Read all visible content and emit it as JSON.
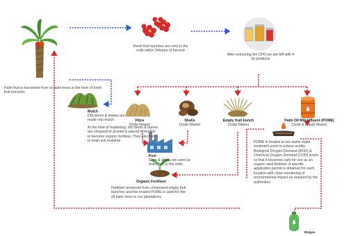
{
  "steps": {
    "harvest": "Palm fruit is harvested from oil palm trees in the form of fresh fruit bunches",
    "fresh_fruit": "Fresh fruit bunches are sent to the mills within 24hours of harvest",
    "after_cpo": "After extracting the CPO we are left with 4 by-products",
    "mulch_title": "Mulch",
    "mulch_desc": "Old stems & leaves are made into mulch",
    "replanting": "At the time of replanting, old stems & leaves are chopped or pruned & placed in the soil to become organic fertiliser. They also help to main soil moisture",
    "fuel_title": "Fuel",
    "fuel_desc": "Fibre & shells are used as boiler fuel in the mills",
    "organic_title": "Organic Fertiliser",
    "organic_desc": "Fertiliser produced from composted empty fruit bunches and the treated POME is used for the oil palm trees in our plantations",
    "pome_desc": "POME is treated at our waste water treatment pond to reduce acidity. Biological Oxygen Demand (BOD) & Chemical Oxygen Demand (COD) levels so that it becomes safe for use as an organic land fertiliser. A specific application permit is obtained for each location with close monitoring of environmental impact as required by the authorities",
    "biogas": "Biogas"
  },
  "byproducts": [
    {
      "name": "Fibre",
      "sub": "(Solid Waste)"
    },
    {
      "name": "Shells",
      "sub": "(Solid Waste)"
    },
    {
      "name": "Empty fruit bunch",
      "sub": "(Solid Waste)"
    },
    {
      "name": "Palm Oil Mill Effluent (POME)",
      "sub": "(Solid & Liquid Waste)"
    }
  ],
  "colors": {
    "blue": "#2f5bd8",
    "red": "#d6292a",
    "green": "#5cb85c"
  }
}
